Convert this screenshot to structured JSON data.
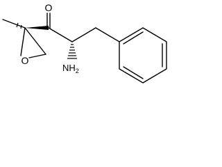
{
  "molecule": {
    "atoms": {
      "oxygen_carbonyl": "O",
      "oxygen_epoxide": "O",
      "amine": "NH",
      "amine_subscript": "2"
    }
  },
  "colors": {
    "ink": "#000000",
    "background": "#ffffff"
  }
}
